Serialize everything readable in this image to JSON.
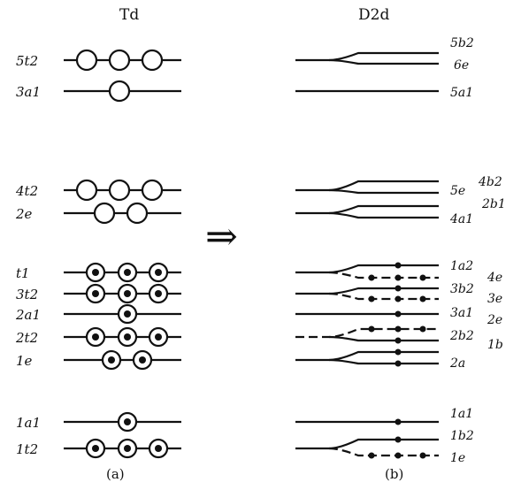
{
  "headers": {
    "left": "Td",
    "right": "D2d"
  },
  "arrow": "⇒",
  "captions": {
    "left": "(a)",
    "right": "(b)"
  },
  "td_levels": [
    {
      "label": "5t2",
      "occupancy": "empty",
      "degeneracy": 3
    },
    {
      "label": "3a1",
      "occupancy": "empty",
      "degeneracy": 1
    },
    {
      "label": "4t2",
      "occupancy": "empty",
      "degeneracy": 3
    },
    {
      "label": "2e",
      "occupancy": "empty",
      "degeneracy": 2
    },
    {
      "label": "t1",
      "occupancy": "filled",
      "degeneracy": 3
    },
    {
      "label": "3t2",
      "occupancy": "filled",
      "degeneracy": 3
    },
    {
      "label": "2a1",
      "occupancy": "filled",
      "degeneracy": 1
    },
    {
      "label": "2t2",
      "occupancy": "filled",
      "degeneracy": 3
    },
    {
      "label": "1e",
      "occupancy": "filled",
      "degeneracy": 2
    },
    {
      "label": "1a1",
      "occupancy": "filled",
      "degeneracy": 1
    },
    {
      "label": "1t2",
      "occupancy": "filled",
      "degeneracy": 3
    }
  ],
  "d2d_labels": [
    "5b2",
    "6e",
    "5a1",
    "5e",
    "4b2",
    "2b1",
    "4a1",
    "1a2",
    "4e",
    "3b2",
    "3e",
    "3a1",
    "2e",
    "2b2",
    "1b",
    "2a",
    "1a1",
    "1b2",
    "1e"
  ]
}
